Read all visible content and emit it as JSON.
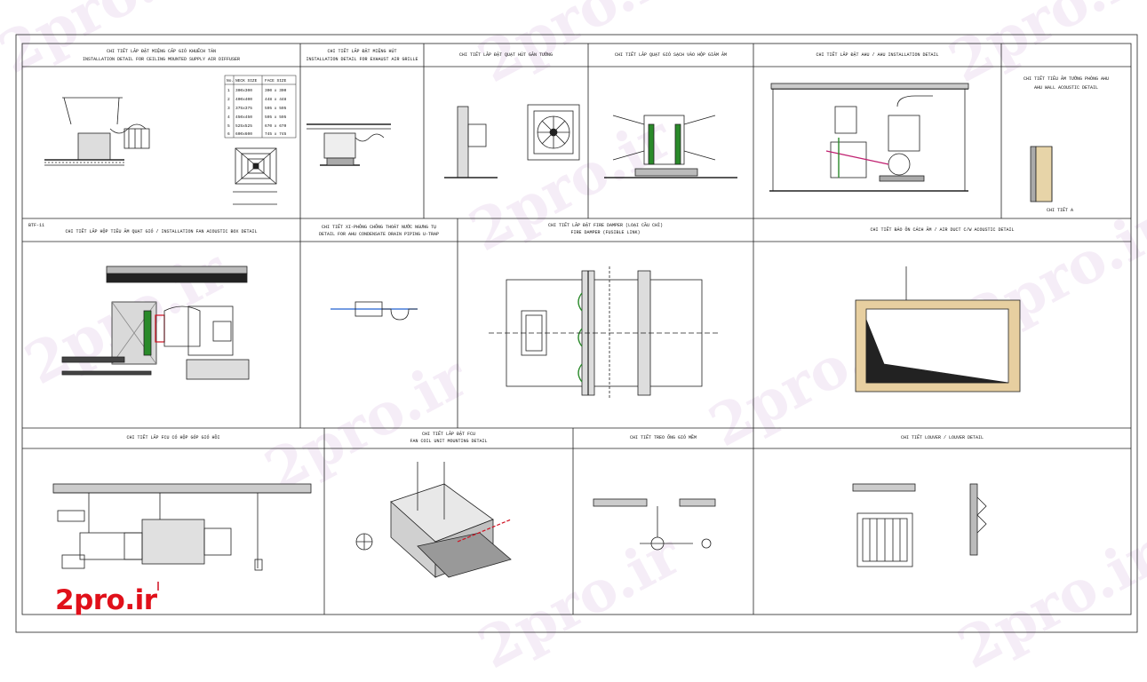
{
  "watermark": "2pro.ir",
  "logo": "2pro.ir",
  "row1": {
    "p1": {
      "title_vi": "CHI TIẾT LẮP ĐẶT MIỆNG CẤP GIÓ KHUẾCH TÁN",
      "title_en": "INSTALLATION DETAIL FOR CEILING MOUNTED SUPPLY AIR DIFFUSER"
    },
    "p2": {
      "title_vi": "CHI TIẾT LẮP ĐẶT MIỆNG HÚT",
      "title_en": "INSTALLATION DETAIL FOR EXHAUST AIR GRILLE"
    },
    "p3": {
      "title_vi": "CHI TIẾT LẮP ĐẶT QUẠT HÚT GẮN TƯỜNG"
    },
    "p4": {
      "title_vi": "CHI TIẾT LẮP QUẠT GIÓ SẠCH VÀO HỘP GIẢM ÂM"
    },
    "p5": {
      "title_vi": "CHI TIẾT LẮP ĐẶT AHU / AHU INSTALLATION DETAIL"
    },
    "p6": {
      "title_vi": "CHI TIẾT TIÊU ÂM TƯỜNG PHÒNG AHU",
      "title_en": "AHU WALL ACOUSTIC DETAIL",
      "label": "CHI TIẾT A"
    }
  },
  "row2": {
    "tag": "BTF-11",
    "p1": {
      "title": "CHI TIẾT LẮP HỘP TIÊU ÂM QUẠT GIÓ / INSTALLATION FAN ACOUSTIC BOX DETAIL"
    },
    "p2": {
      "title_vi": "CHI TIẾT XI-PHÔNG CHỐNG THOÁT NƯỚC NGƯNG TỤ",
      "title_en": "DETAIL FOR AHU CONDENSATE DRAIN PIPING U-TRAP"
    },
    "p3": {
      "title_vi": "CHI TIẾT LẮP ĐẶT FIRE DAMPER (LOẠI CẦU CHÌ)",
      "title_en": "FIRE DAMPER (FUSIBLE LINK)"
    },
    "p4": {
      "title": "CHI TIẾT BẢO ÔN CÁCH ÂM / AIR DUCT C/W ACOUSTIC DETAIL"
    }
  },
  "row3": {
    "p1": {
      "title": "CHI TIẾT LẮP FCU CÓ HỘP GÓP GIÓ HỒI"
    },
    "p2": {
      "title_vi": "CHI TIẾT LẮP ĐẶT FCU",
      "title_en": "FAN COIL UNIT MOUNTING DETAIL"
    },
    "p3": {
      "title": "CHI TIẾT TREO ỐNG GIÓ MỀM"
    },
    "p4": {
      "title": "CHI TIẾT LOUVER / LOUVER DETAIL"
    }
  },
  "diffuser_table": {
    "headers": [
      "No.",
      "NECK SIZE",
      "FACE SIZE"
    ],
    "rows": [
      [
        "1",
        "300x300",
        "300 x 300"
      ],
      [
        "2",
        "400x400",
        "448 x 448"
      ],
      [
        "3",
        "375x375",
        "595 x 595"
      ],
      [
        "4",
        "450x450",
        "595 x 595"
      ],
      [
        "5",
        "525x525",
        "670 x 670"
      ],
      [
        "6",
        "600x600",
        "745 x 745"
      ]
    ]
  }
}
